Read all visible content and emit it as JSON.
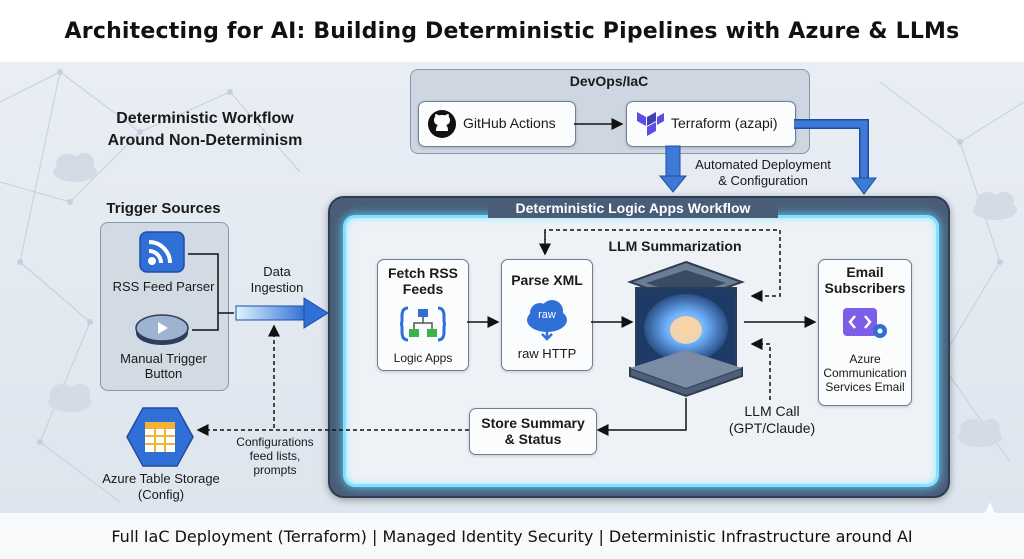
{
  "title": "Architecting for AI: Building Deterministic Pipelines with Azure & LLMs",
  "subtitle_line1": "Deterministic Workflow",
  "subtitle_line2": "Around Non-Determinism",
  "devops": {
    "title": "DevOps/IaC",
    "github_label": "GitHub Actions",
    "terraform_label": "Terraform (azapi)",
    "deploy_note_line1": "Automated Deployment",
    "deploy_note_line2": "& Configuration"
  },
  "triggers": {
    "title": "Trigger Sources",
    "rss_label": "RSS Feed Parser",
    "manual_line1": "Manual Trigger",
    "manual_line2": "Button"
  },
  "ingestion_line1": "Data",
  "ingestion_line2": "Ingestion",
  "workflow": {
    "title": "Deterministic Logic Apps Workflow",
    "fetch_title_line1": "Fetch RSS",
    "fetch_title_line2": "Feeds",
    "fetch_sub": "Logic Apps",
    "parse_title": "Parse XML",
    "parse_icon_text": "raw",
    "parse_sub": "raw HTTP",
    "llm_title": "LLM Summarization",
    "email_title_line1": "Email",
    "email_title_line2": "Subscribers",
    "email_sub_line1": "Azure",
    "email_sub_line2": "Communication",
    "email_sub_line3": "Services Email",
    "store_line1": "Store Summary",
    "store_line2": "& Status",
    "llm_call_line1": "LLM Call",
    "llm_call_line2": "(GPT/Claude)"
  },
  "table_storage_line1": "Azure Table Storage",
  "table_storage_line2": "(Config)",
  "config_line1": "Configurations",
  "config_line2": "feed lists,",
  "config_line3": "prompts",
  "footer": "Full IaC Deployment (Terraform) | Managed Identity Security | Deterministic Infrastructure around AI",
  "colors": {
    "accent_blue": "#2f6fd6",
    "glow_cyan": "#7ee3ff",
    "terraform_purple": "#5c4ee5",
    "workflow_frame": "#4a5d78"
  }
}
